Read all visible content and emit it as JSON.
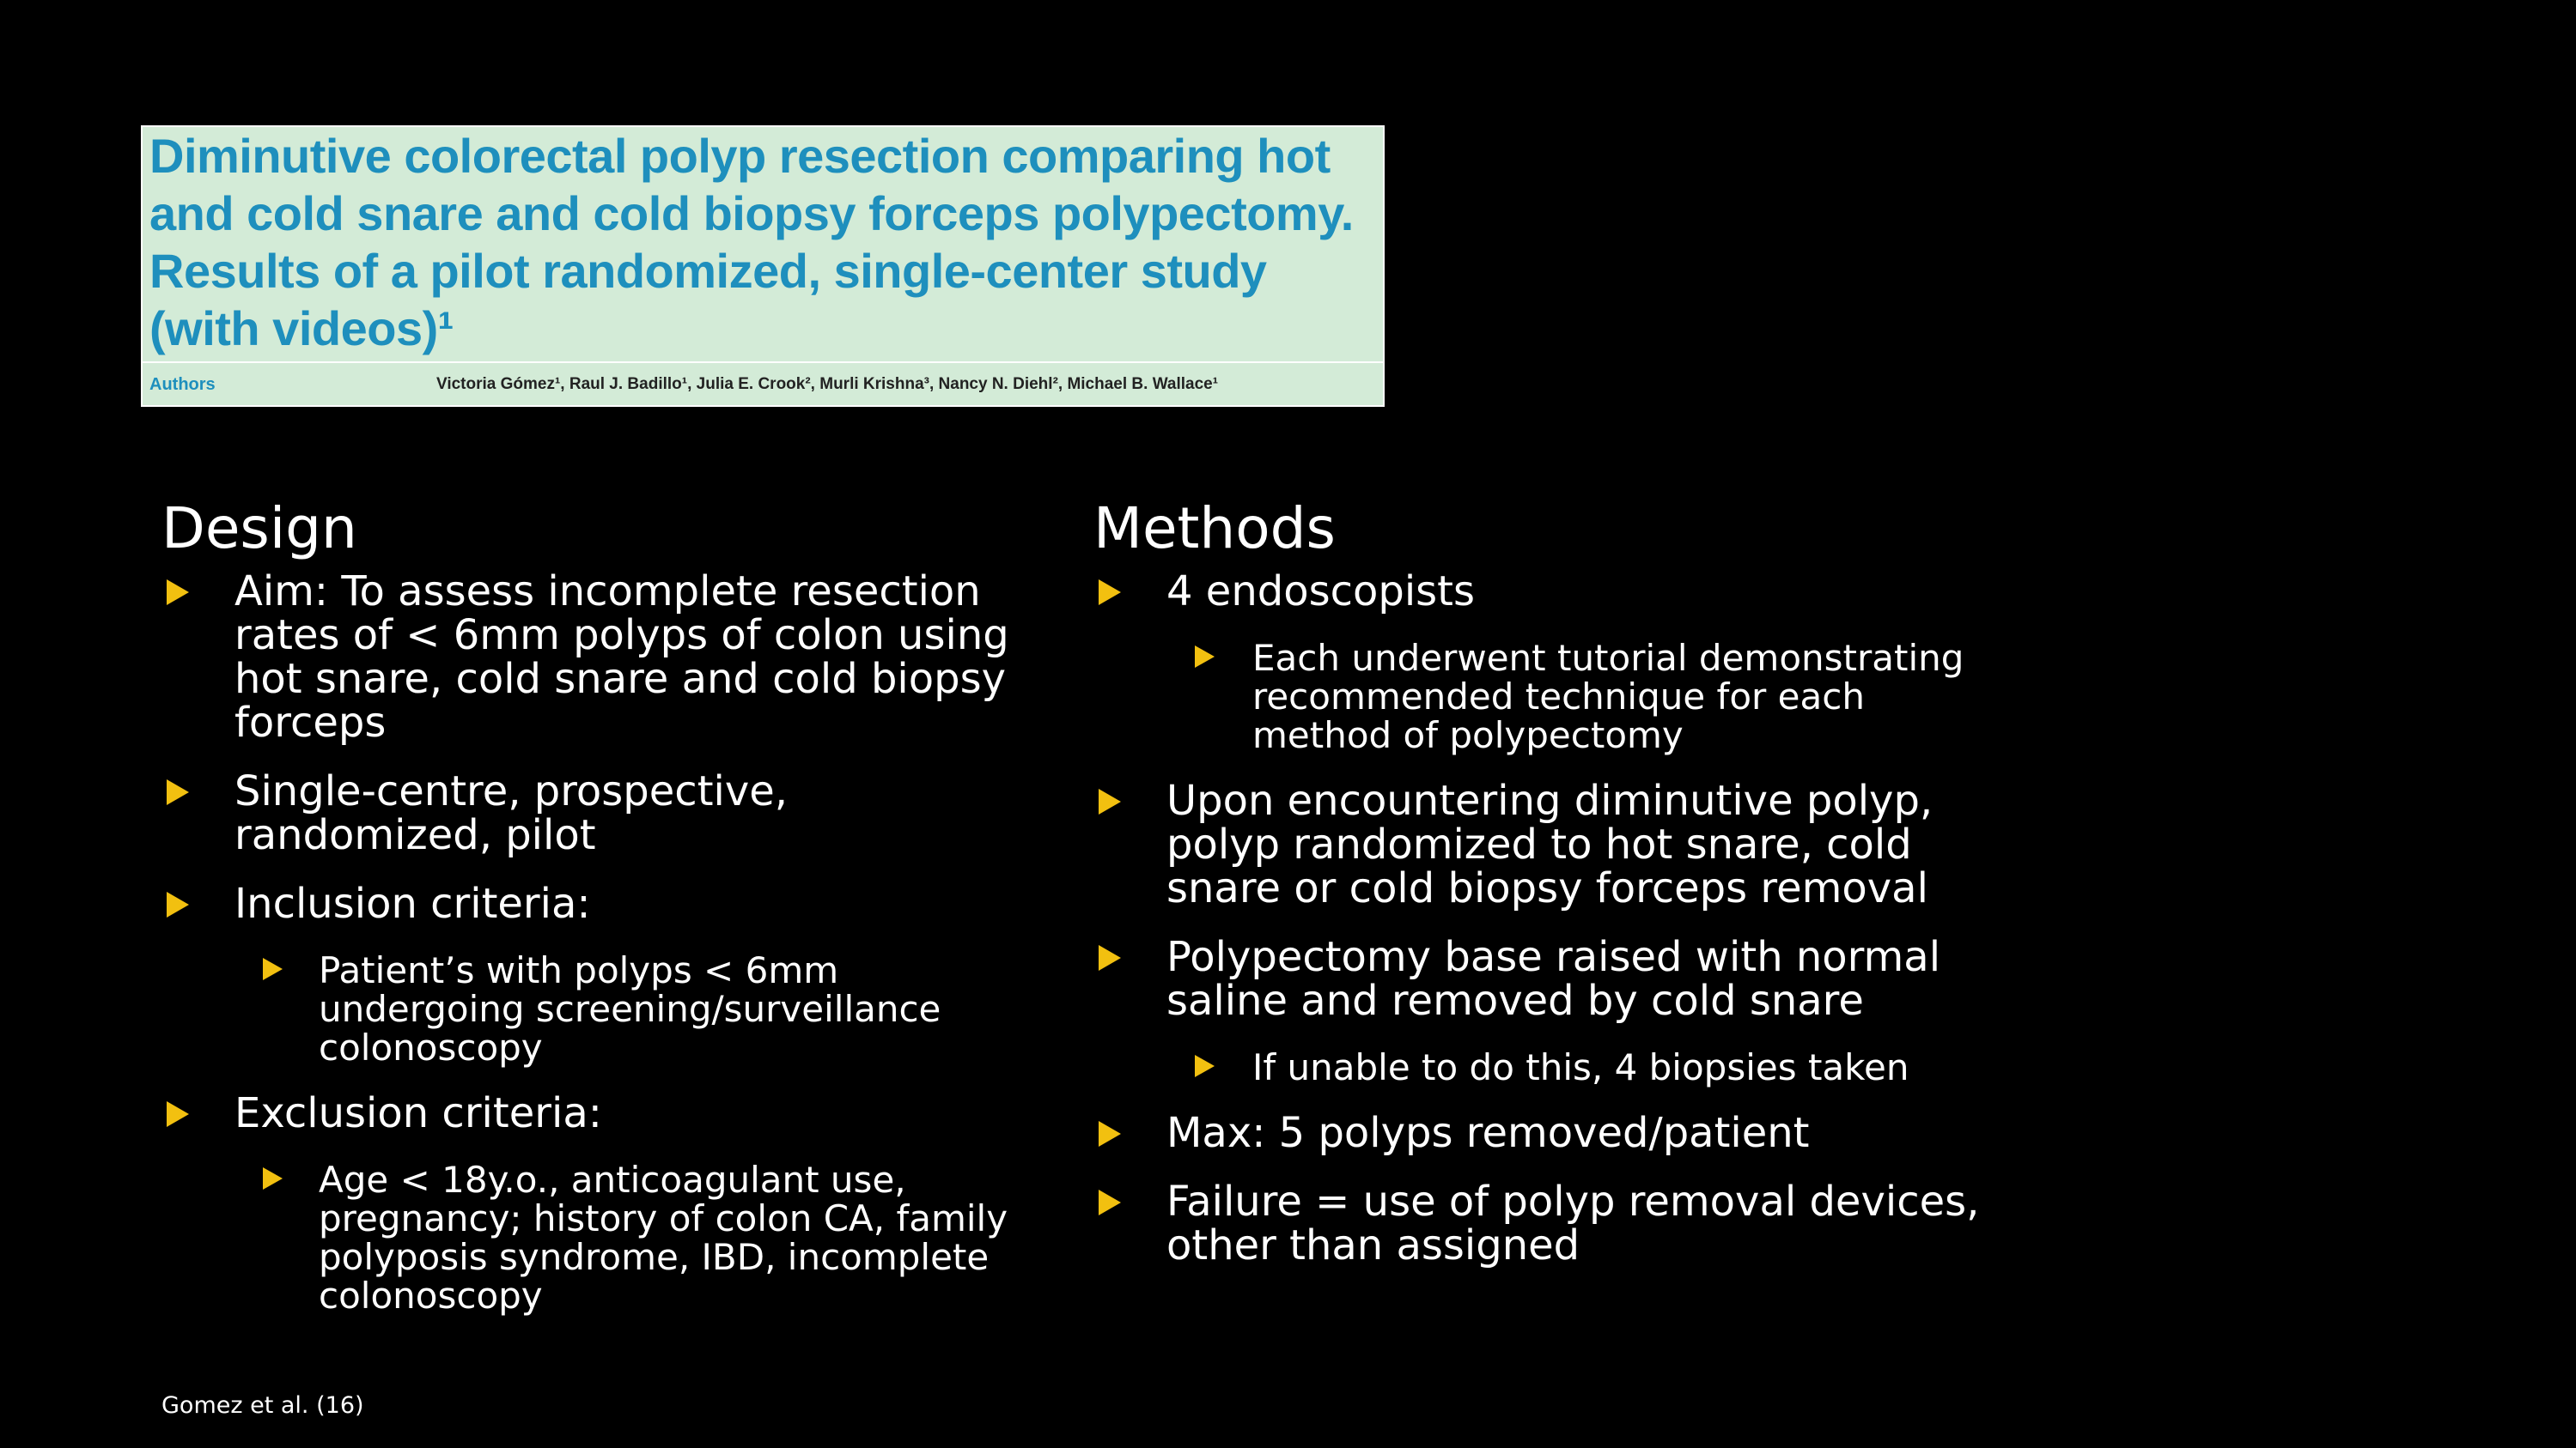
{
  "paper": {
    "title": "Diminutive colorectal polyp resection comparing hot and cold snare and cold biopsy forceps polypectomy. Results of a pilot randomized, single-center study (with videos)¹",
    "authors_label": "Authors",
    "authors": "Victoria Gómez¹, Raul J. Badillo¹, Julia E. Crook², Murli Krishna³, Nancy N. Diehl², Michael B. Wallace¹"
  },
  "design": {
    "heading": "Design",
    "items": [
      {
        "level": 1,
        "text": "Aim:  To assess incomplete resection rates of < 6mm polyps of colon using hot snare, cold snare and cold biopsy forceps"
      },
      {
        "level": 1,
        "text": "Single-centre, prospective, randomized, pilot"
      },
      {
        "level": 1,
        "text": "Inclusion criteria:"
      },
      {
        "level": 2,
        "text": "Patient’s with polyps < 6mm undergoing screening/surveillance colonoscopy"
      },
      {
        "level": 1,
        "text": "Exclusion criteria:"
      },
      {
        "level": 2,
        "text": "Age < 18y.o., anticoagulant use, pregnancy; history of colon CA, family polyposis syndrome, IBD, incomplete colonoscopy"
      }
    ]
  },
  "methods": {
    "heading": "Methods",
    "items": [
      {
        "level": 1,
        "text": "4 endoscopists"
      },
      {
        "level": 2,
        "text": "Each underwent tutorial demonstrating recommended technique for each method of polypectomy"
      },
      {
        "level": 1,
        "text": "Upon encountering diminutive polyp, polyp randomized to hot snare, cold snare or cold biopsy forceps removal"
      },
      {
        "level": 1,
        "text": "Polypectomy base raised with normal saline and removed by cold snare"
      },
      {
        "level": 2,
        "text": "If unable to do this, 4 biopsies taken"
      },
      {
        "level": 1,
        "text": "Max: 5 polyps removed/patient"
      },
      {
        "level": 1,
        "text": "Failure = use of polyp removal devices, other than assigned"
      }
    ]
  },
  "footnote": "Gomez et al. (16)",
  "colors": {
    "background": "#000000",
    "bullet": "#f2c010",
    "title_blue": "#1e8fbd",
    "header_bg": "#d3ebd7"
  }
}
